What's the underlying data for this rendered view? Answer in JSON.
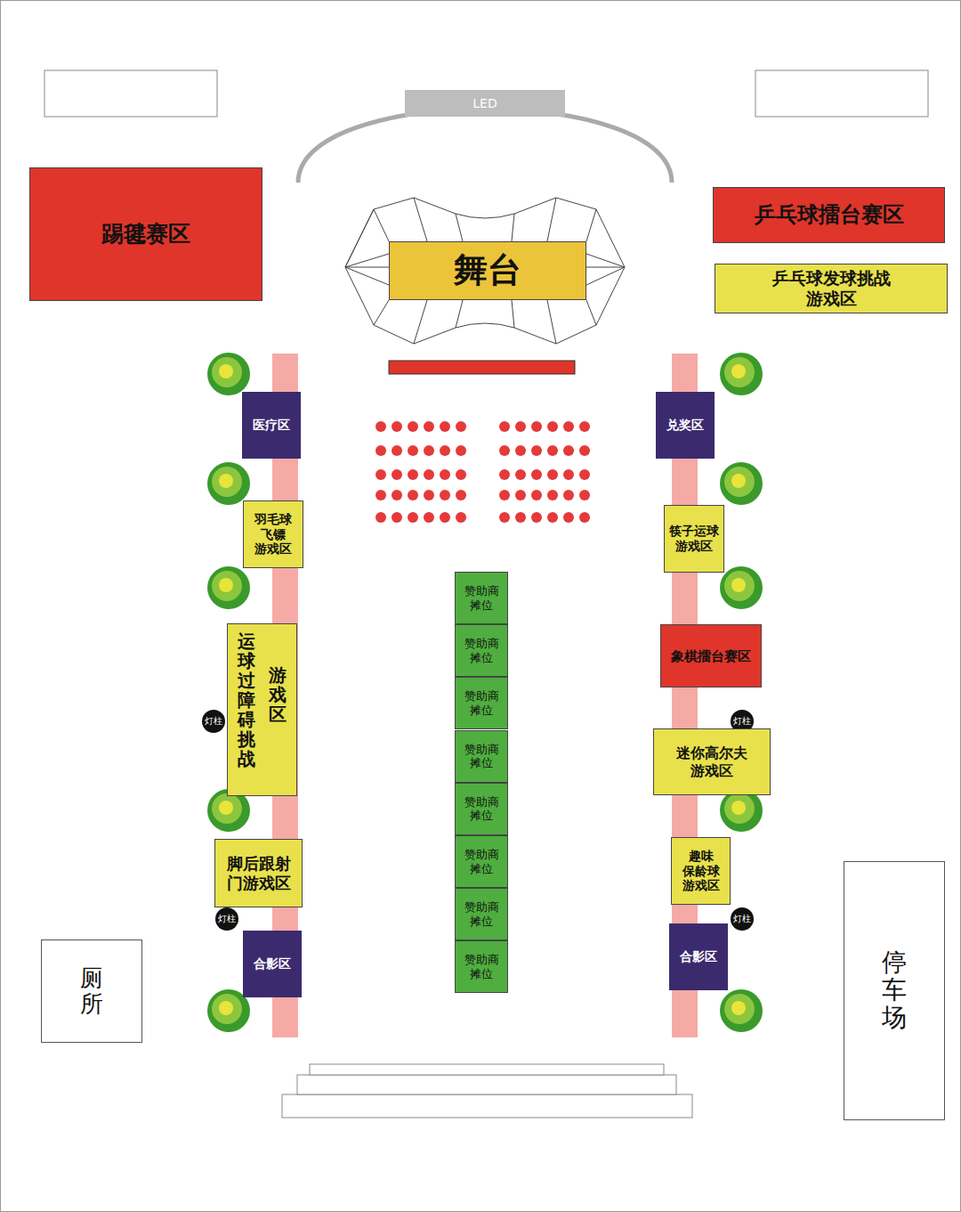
{
  "diagram": {
    "nodes": [
      {
        "text": [
          "LED"
        ]
      },
      {
        "text": [
          "踢毽赛区"
        ]
      },
      {
        "text": [
          "舞台"
        ]
      },
      {
        "text": [
          "乒乓球擂台赛区"
        ]
      },
      {
        "text": [
          "乒乓球发球挑战 游戏区"
        ]
      },
      {
        "text": [
          "医疗区"
        ]
      },
      {
        "text": [
          "兑奖区"
        ]
      },
      {
        "text": [
          "羽毛球 飞镖 游戏区"
        ]
      },
      {
        "text": [
          "筷子运球 游戏区"
        ]
      },
      {
        "text": [
          "运球过障碍挑战",
          "游戏区"
        ]
      },
      {
        "text": [
          "象棋擂台赛区"
        ]
      },
      {
        "text": [
          "灯柱"
        ]
      },
      {
        "text": [
          "灯柱"
        ]
      },
      {
        "text": [
          "迷你高尔夫 游戏区"
        ]
      },
      {
        "text": [
          "脚后跟射 门游戏区"
        ]
      },
      {
        "text": [
          "趣味 保龄球 游戏区"
        ]
      },
      {
        "text": [
          "灯柱"
        ]
      },
      {
        "text": [
          "灯柱"
        ]
      },
      {
        "text": [
          "合影区"
        ]
      },
      {
        "text": [
          "合影区"
        ]
      },
      {
        "text": [
          "厕所"
        ]
      },
      {
        "text": [
          "停车场"
        ]
      },
      {
        "text": [
          "赞助商 摊位"
        ]
      },
      {
        "text": [
          "赞助商 摊位"
        ]
      },
      {
        "text": [
          "赞助商 摊位"
        ]
      },
      {
        "text": [
          "赞助商 摊位"
        ]
      },
      {
        "text": [
          "赞助商 摊位"
        ]
      },
      {
        "text": [
          "赞助商 摊位"
        ]
      },
      {
        "text": [
          "赞助商 摊位"
        ]
      },
      {
        "text": [
          "赞助商 摊位"
        ]
      }
    ]
  }
}
